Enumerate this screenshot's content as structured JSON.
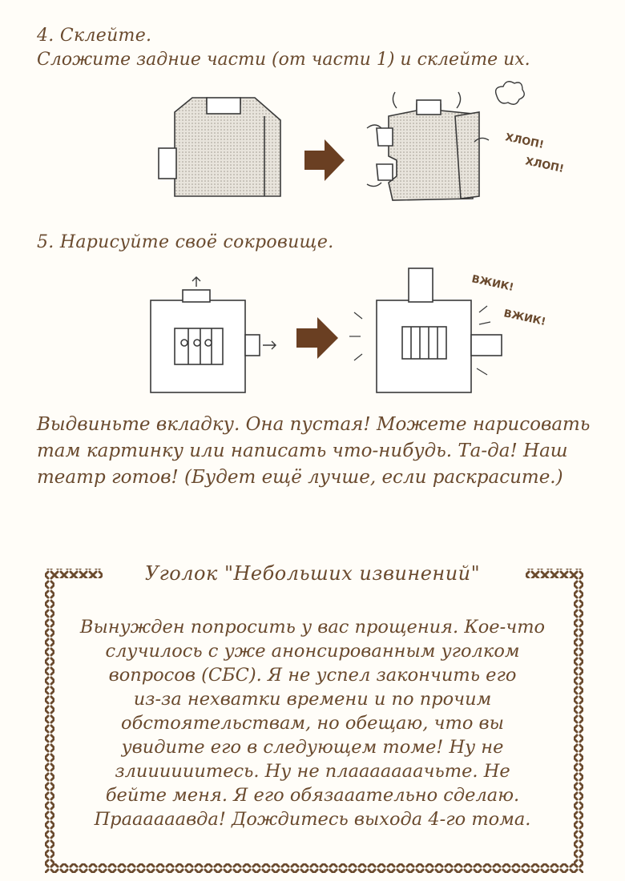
{
  "step4": {
    "title": "4. Склейте.",
    "text": "Сложите задние части (от части 1) и склейте их.",
    "sfx": [
      "ХЛОП!",
      "ХЛОП!"
    ]
  },
  "step5": {
    "title": "5. Нарисуйте своё сокровище.",
    "sfx": [
      "ВЖИК!",
      "ВЖИК!"
    ]
  },
  "paragraph": "Выдвиньте вкладку. Она пустая! Можете нарисовать там картинку или написать что-нибудь. Та-да! Наш театр готов! (Будет ещё лучше, если раскрасите.)",
  "corner": {
    "title": "Уголок \"Небольших извинений\"",
    "lines": [
      "Вынужден попросить у вас прощения. Кое-что",
      "случилось с уже анонсированным уголком",
      "вопросов (СБС). Я не успел закончить его",
      "из-за нехватки времени и по прочим",
      "обстоятельствам, но обещаю, что вы",
      "увидите его в следующем томе! Ну не",
      "злиииииитесь. Ну не плааааааачьте. Не",
      "бейте меня. Я его обязааательно сделаю.",
      "Праааааавда! Дождитесь выхода 4-го тома."
    ],
    "border_color": "#6a4a2e"
  }
}
